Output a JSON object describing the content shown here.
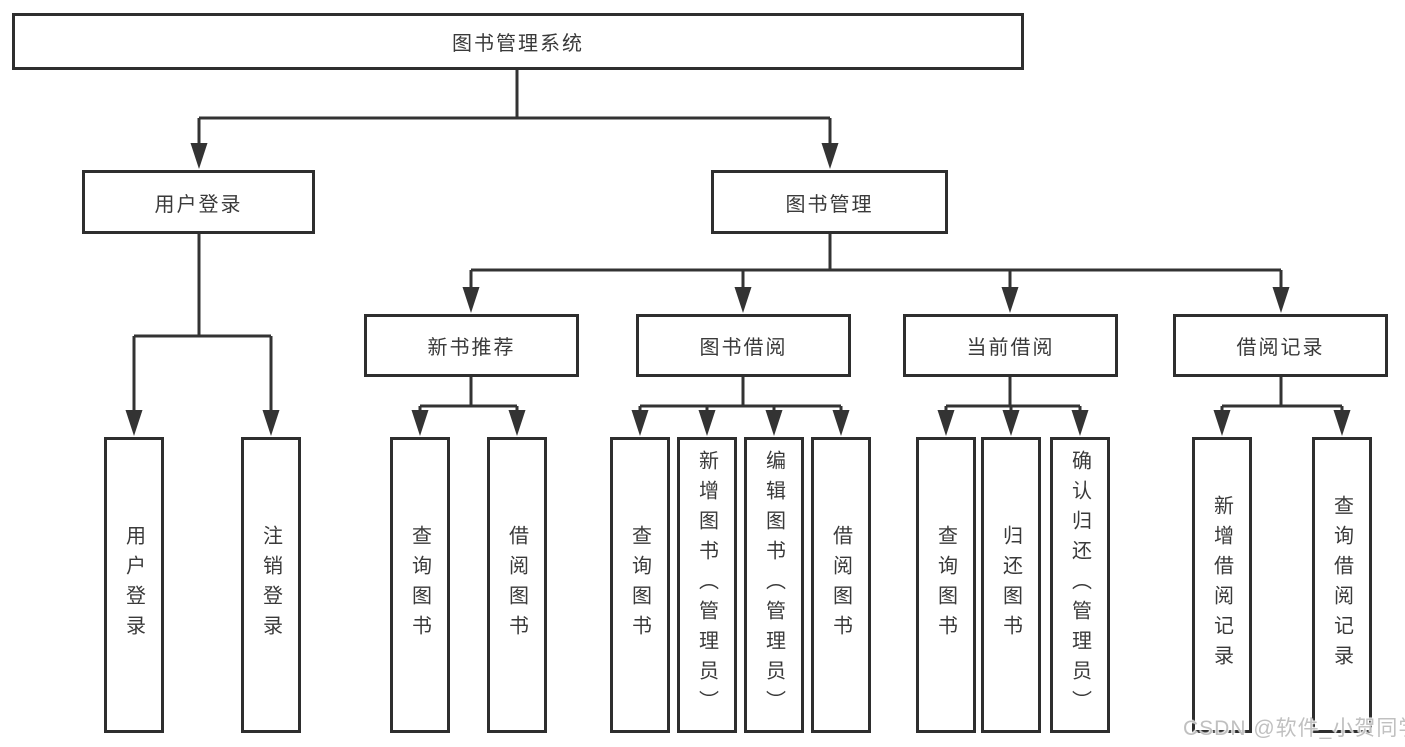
{
  "diagram_type": "hierarchy-tree",
  "colors": {
    "line": "#333333",
    "box_border": "#2e2e2e",
    "text": "#3a3a3a",
    "background": "#ffffff",
    "watermark_text_color": "#c0c0c0"
  },
  "tree": {
    "label": "图书管理系统",
    "children": [
      {
        "label": "用户登录",
        "children": [
          {
            "label": "用户登录"
          },
          {
            "label": "注销登录"
          }
        ]
      },
      {
        "label": "图书管理",
        "children": [
          {
            "label": "新书推荐",
            "children": [
              {
                "label": "查询图书"
              },
              {
                "label": "借阅图书"
              }
            ]
          },
          {
            "label": "图书借阅",
            "children": [
              {
                "label": "查询图书"
              },
              {
                "label": "新增图书（管理员）"
              },
              {
                "label": "编辑图书（管理员）"
              },
              {
                "label": "借阅图书"
              }
            ]
          },
          {
            "label": "当前借阅",
            "children": [
              {
                "label": "查询图书"
              },
              {
                "label": "归还图书"
              },
              {
                "label": "确认归还（管理员）"
              }
            ]
          },
          {
            "label": "借阅记录",
            "children": [
              {
                "label": "新增借阅记录"
              },
              {
                "label": "查询借阅记录"
              }
            ]
          }
        ]
      }
    ]
  },
  "watermark": {
    "text": "CSDN @软件_小贺同学"
  }
}
